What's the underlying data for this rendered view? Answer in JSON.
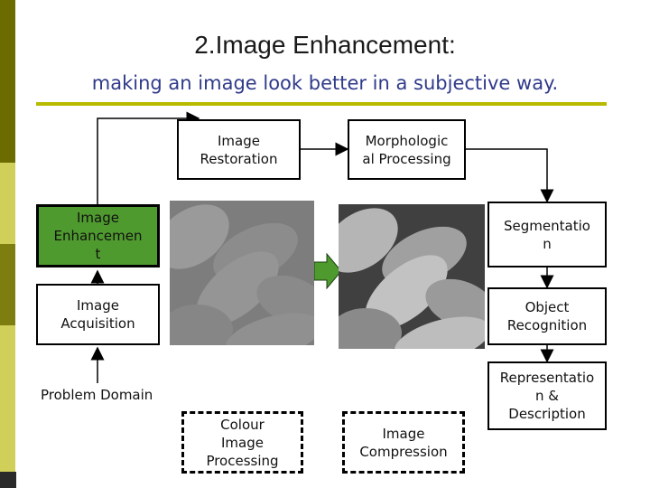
{
  "slide": {
    "title": "2.Image Enhancement:",
    "subtitle": "making an image look better in a subjective way."
  },
  "diagram": {
    "nodes": {
      "image_restoration": "Image\nRestoration",
      "morphological_processing": "Morphologic\nal Processing",
      "image_enhancement": "Image\nEnhancemen\nt",
      "segmentation": "Segmentatio\nn",
      "image_acquisition": "Image\nAcquisition",
      "object_recognition": "Object\nRecognition",
      "problem_domain": "Problem Domain",
      "representation_description": "Representatio\nn &\nDescription",
      "colour_image_processing": "Colour\nImage\nProcessing",
      "image_compression": "Image\nCompression"
    },
    "colors": {
      "highlight": "#4f9a2e",
      "accent_rule": "#b9b900",
      "subtitle": "#2f3a8a",
      "arrow": "#4f9a2e"
    }
  }
}
